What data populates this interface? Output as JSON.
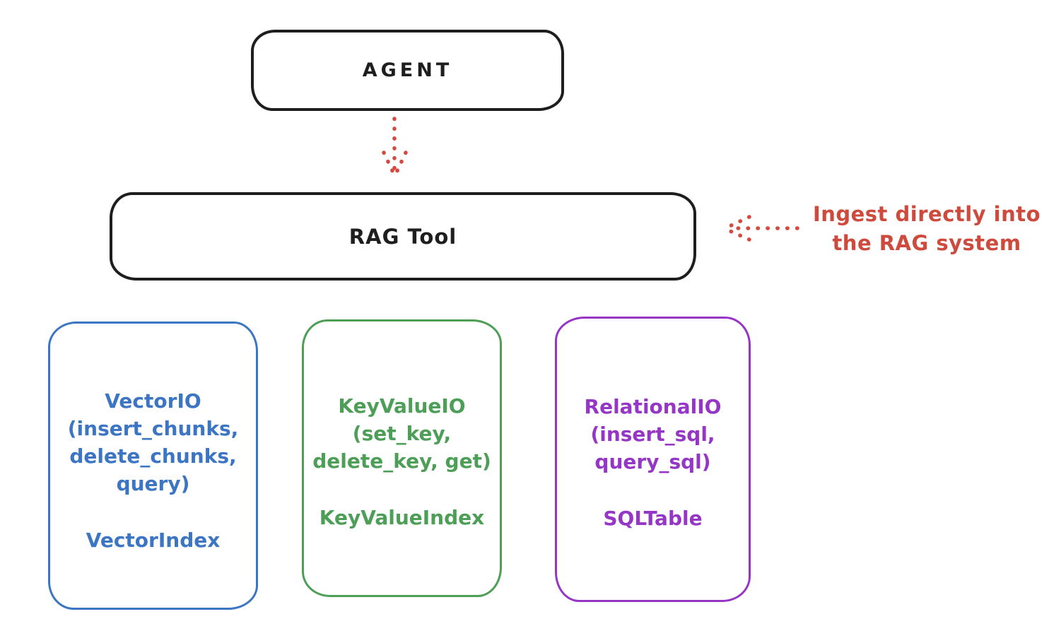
{
  "canvas": {
    "background": "#ffffff"
  },
  "colors": {
    "stroke_black": "#1e1e1e",
    "annotation_red": "#cd4a3d",
    "vector_blue": "#3b75c4",
    "keyvalue_green": "#4d9e57",
    "relational_purple": "#9636c6"
  },
  "agent_box": {
    "label": "AGENT"
  },
  "rag_box": {
    "label": "RAG Tool"
  },
  "annotation": {
    "lines": [
      "Ingest directly into",
      "the RAG system"
    ]
  },
  "arrows": [
    {
      "id": "agent-to-rag-arrow",
      "style": "dotted",
      "color": "#d14b40",
      "direction": "down"
    },
    {
      "id": "annotation-to-rag-arrow",
      "style": "dotted",
      "color": "#d14b40",
      "direction": "left"
    }
  ],
  "io_boxes": [
    {
      "id": "vector-io",
      "color": "#3b75c4",
      "lines": [
        "VectorIO",
        "(insert_chunks,",
        "delete_chunks,",
        "query)"
      ],
      "index_label": "VectorIndex"
    },
    {
      "id": "keyvalue-io",
      "color": "#4d9e57",
      "lines": [
        "KeyValueIO",
        "(set_key,",
        "delete_key, get)"
      ],
      "index_label": "KeyValueIndex"
    },
    {
      "id": "relational-io",
      "color": "#9636c6",
      "lines": [
        "RelationalIO",
        "(insert_sql,",
        "query_sql)"
      ],
      "index_label": "SQLTable"
    }
  ]
}
